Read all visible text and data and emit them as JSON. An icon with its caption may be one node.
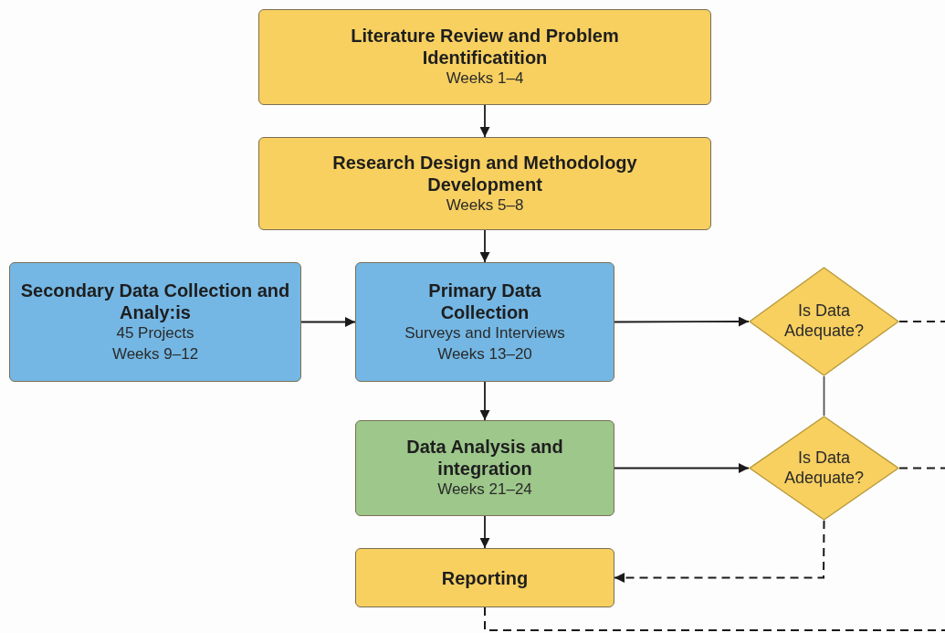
{
  "diagram": {
    "nodes": [
      {
        "text": [
          "Literature Review and Problem Identificatition",
          "Weeks 1–4"
        ]
      },
      {
        "text": [
          "Research Design and Methodology Development",
          "Weeks 5–8"
        ]
      },
      {
        "text": [
          "Secondary Data Collection and Analy:is",
          "45 Projects",
          "Weeks 9–12"
        ]
      },
      {
        "text": [
          "Primary Data Collection",
          "Surveys and Interviews",
          "Weeks 13–20"
        ]
      },
      {
        "text": [
          "Is Data Adequate?"
        ]
      },
      {
        "text": [
          "Data Analysis and integration",
          "Weeks 21–24"
        ]
      },
      {
        "text": [
          "Is Data Adequate?"
        ]
      },
      {
        "text": [
          "Reporting"
        ]
      }
    ],
    "edges": [
      {
        "from": 0,
        "to": 1,
        "arrow": "to"
      },
      {
        "from": 1,
        "to": 3,
        "arrow": "to"
      },
      {
        "from": 2,
        "to": 3,
        "arrow": "to"
      },
      {
        "from": 3,
        "to": 4,
        "arrow": "to"
      },
      {
        "from": 3,
        "to": 5,
        "arrow": "to"
      },
      {
        "from": 4,
        "to": 6,
        "arrow": "none"
      },
      {
        "from": 5,
        "to": 6,
        "arrow": "to"
      },
      {
        "from": 5,
        "to": 7,
        "arrow": "to"
      },
      {
        "from": 6,
        "to": 7,
        "arrow": "to",
        "style": "dashed"
      },
      {
        "from": 4,
        "to": null,
        "arrow": "none",
        "style": "dashed"
      },
      {
        "from": 6,
        "to": null,
        "arrow": "none",
        "style": "dashed"
      },
      {
        "from": 7,
        "to": null,
        "arrow": "none",
        "style": "dashed"
      }
    ]
  }
}
